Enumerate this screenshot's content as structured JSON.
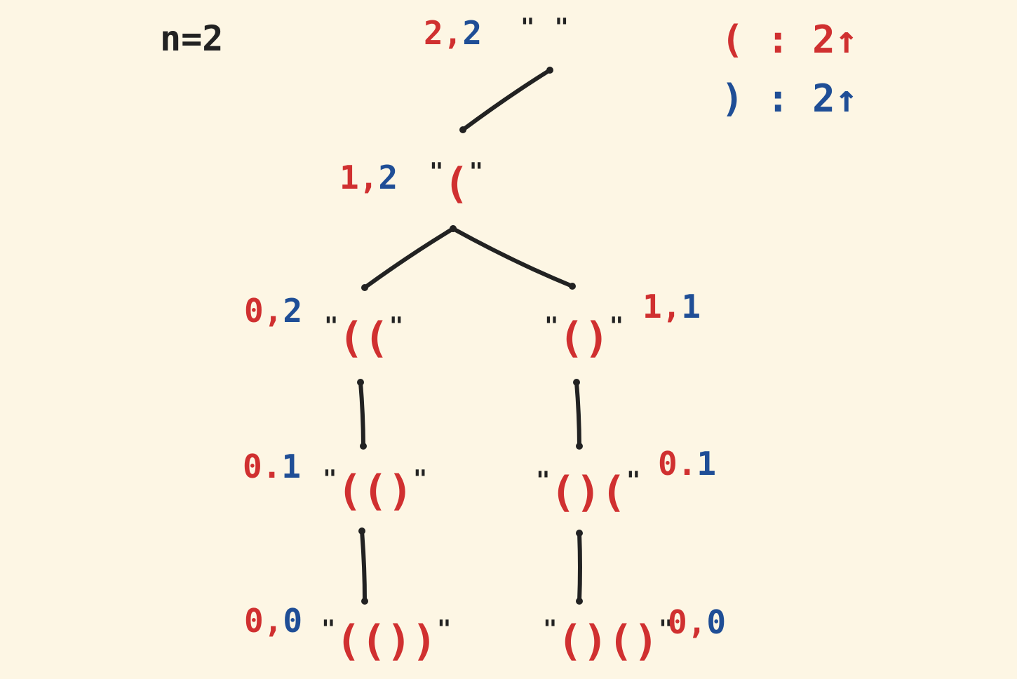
{
  "colors": {
    "open": "#D03030",
    "close": "#1F4E96",
    "ink": "#222222"
  },
  "header": {
    "n_label": "n=2"
  },
  "legend": [
    {
      "symbol": "(",
      "sep": ":",
      "value": "2",
      "arrow": "↑"
    },
    {
      "symbol": ")",
      "sep": ":",
      "value": "2",
      "arrow": "↑"
    }
  ],
  "tree": {
    "nodes": [
      {
        "id": "root",
        "open_left": "2",
        "comma": ",",
        "close_left": "2",
        "string": ""
      },
      {
        "id": "n1",
        "open_left": "1",
        "comma": ",",
        "close_left": "2",
        "string": "("
      },
      {
        "id": "n2a",
        "open_left": "0",
        "comma": ",",
        "close_left": "2",
        "string": "(("
      },
      {
        "id": "n2b",
        "open_left": "1",
        "comma": ",",
        "close_left": "1",
        "string": "()"
      },
      {
        "id": "n3a",
        "open_left": "0",
        "comma": ".",
        "close_left": "1",
        "string": "(()"
      },
      {
        "id": "n3b",
        "open_left": "0",
        "comma": ".",
        "close_left": "1",
        "string": "()("
      },
      {
        "id": "n4a",
        "open_left": "0",
        "comma": ",",
        "close_left": "0",
        "string": "(())"
      },
      {
        "id": "n4b",
        "open_left": "0",
        "comma": ",",
        "close_left": "0",
        "string": "()()"
      }
    ],
    "edges": [
      [
        "root",
        "n1"
      ],
      [
        "n1",
        "n2a"
      ],
      [
        "n1",
        "n2b"
      ],
      [
        "n2a",
        "n3a"
      ],
      [
        "n2b",
        "n3b"
      ],
      [
        "n3a",
        "n4a"
      ],
      [
        "n3b",
        "n4b"
      ]
    ]
  }
}
